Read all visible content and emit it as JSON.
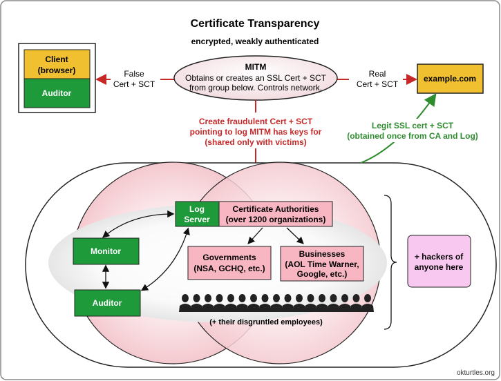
{
  "title": "Certificate Transparency",
  "subtitle": "encrypted, weakly authenticated",
  "client_box": {
    "line1": "Client",
    "line2": "(browser)"
  },
  "auditor_left": "Auditor",
  "false_cert": {
    "line1": "False",
    "line2": "Cert + SCT"
  },
  "mitm": {
    "title": "MITM",
    "line1": "Obtains or creates an SSL Cert + SCT",
    "line2": "from group below. Controls network."
  },
  "real_cert": {
    "line1": "Real",
    "line2": "Cert + SCT"
  },
  "example_com": "example.com",
  "fraud": {
    "line1": "Create fraudulent Cert + SCT",
    "line2": "pointing to log MITM has keys for",
    "line3": "(shared only with victims)"
  },
  "legit": {
    "line1": "Legit SSL cert + SCT",
    "line2": "(obtained once from CA and Log)"
  },
  "log_server": {
    "line1": "Log",
    "line2": "Server"
  },
  "cas": {
    "line1": "Certificate Authorities",
    "line2": "(over 1200 organizations)"
  },
  "monitor": "Monitor",
  "auditor_inner": "Auditor",
  "governments": {
    "line1": "Governments",
    "line2": "(NSA, GCHQ, etc.)"
  },
  "businesses": {
    "line1": "Businesses",
    "line2": "(AOL Time Warner,",
    "line3": "Google, etc.)"
  },
  "hackers": {
    "line1": "+ hackers of",
    "line2": "anyone here"
  },
  "employees": "(+ their disgruntled employees)",
  "credit": "okturtles.org",
  "colors": {
    "client_yellow": "#f0c030",
    "auditor_green": "#1f9a3a",
    "fraud_red": "#c62828",
    "legit_green": "#2e8b2e",
    "pink_box": "#f7b6c2",
    "hackers_pink": "#f9c8f0",
    "example_yellow": "#f0c030"
  }
}
